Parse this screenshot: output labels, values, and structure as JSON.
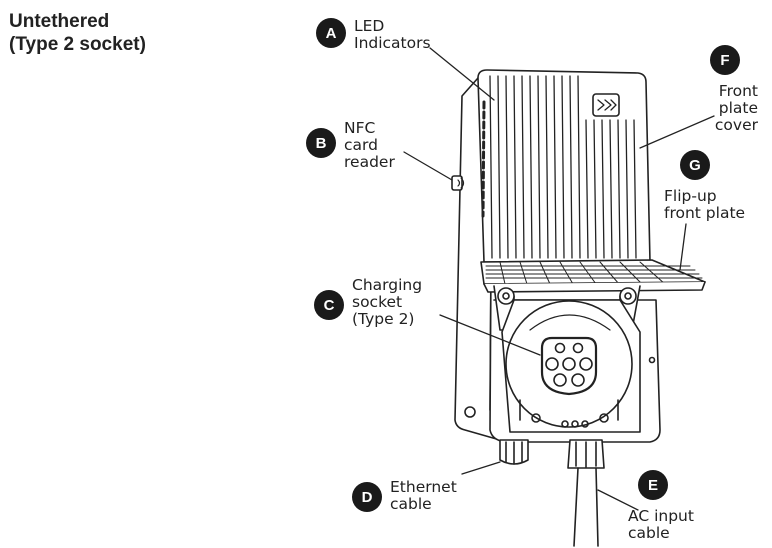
{
  "title": {
    "line1": "Untethered",
    "line2": "(Type 2 socket)"
  },
  "callouts": [
    {
      "letter": "A",
      "lines": [
        "LED",
        "Indicators"
      ]
    },
    {
      "letter": "B",
      "lines": [
        "NFC",
        "card",
        "reader"
      ]
    },
    {
      "letter": "C",
      "lines": [
        "Charging",
        "socket",
        "(Type 2)"
      ]
    },
    {
      "letter": "D",
      "lines": [
        "Ethernet",
        "cable"
      ]
    },
    {
      "letter": "E",
      "lines": [
        "AC input",
        "cable"
      ]
    },
    {
      "letter": "F",
      "lines": [
        "Front",
        "plate",
        "cover"
      ]
    },
    {
      "letter": "G",
      "lines": [
        "Flip-up",
        "front plate"
      ]
    }
  ]
}
